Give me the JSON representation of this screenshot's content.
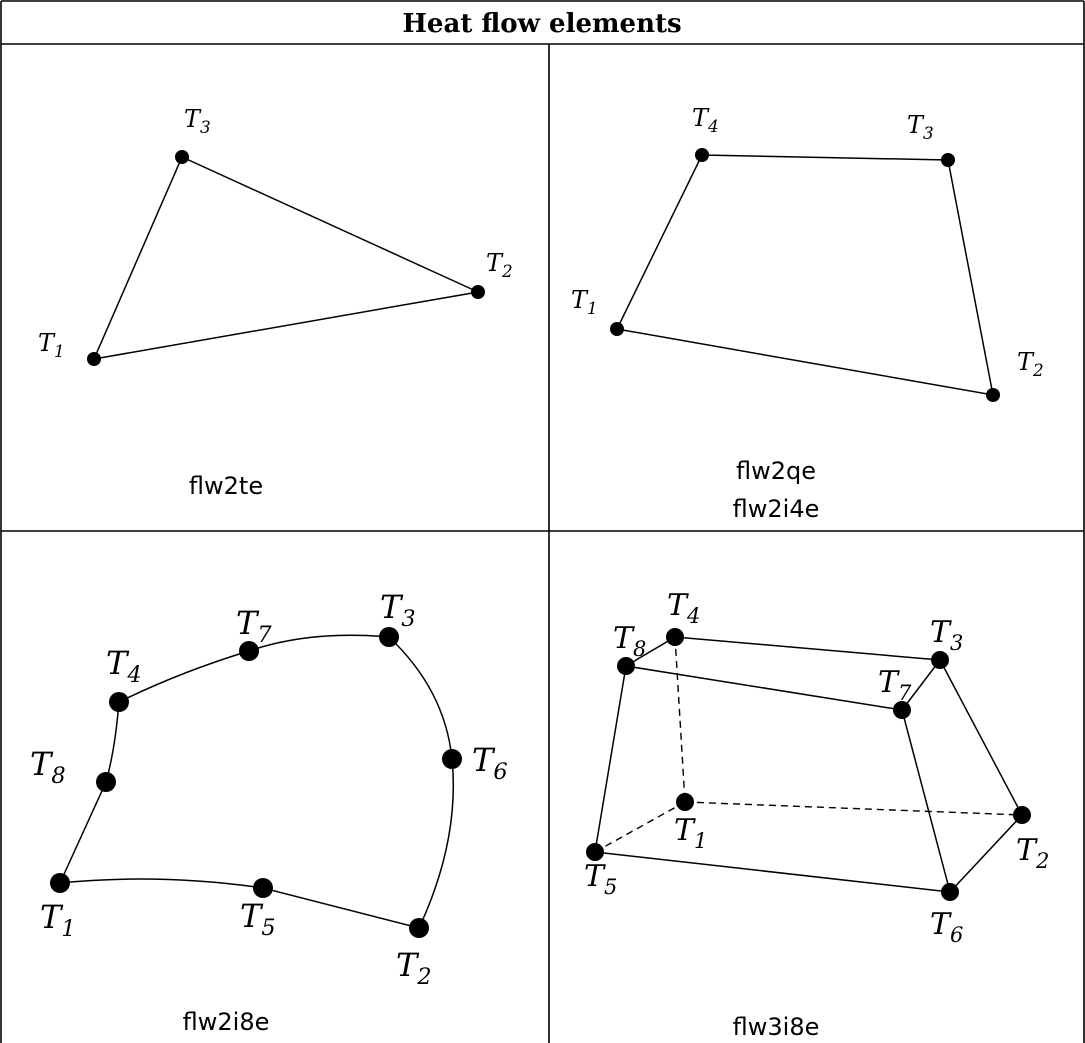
{
  "title": "Heat flow elements",
  "panels": [
    {
      "id": "flw2te",
      "caption_lines": [
        "flw2te"
      ],
      "nodes": [
        {
          "symbol": "T",
          "index": "1"
        },
        {
          "symbol": "T",
          "index": "2"
        },
        {
          "symbol": "T",
          "index": "3"
        }
      ]
    },
    {
      "id": "flw2qe",
      "caption_lines": [
        "flw2qe",
        "flw2i4e"
      ],
      "nodes": [
        {
          "symbol": "T",
          "index": "1"
        },
        {
          "symbol": "T",
          "index": "2"
        },
        {
          "symbol": "T",
          "index": "3"
        },
        {
          "symbol": "T",
          "index": "4"
        }
      ]
    },
    {
      "id": "flw2i8e",
      "caption_lines": [
        "flw2i8e"
      ],
      "nodes": [
        {
          "symbol": "T",
          "index": "1"
        },
        {
          "symbol": "T",
          "index": "2"
        },
        {
          "symbol": "T",
          "index": "3"
        },
        {
          "symbol": "T",
          "index": "4"
        },
        {
          "symbol": "T",
          "index": "5"
        },
        {
          "symbol": "T",
          "index": "6"
        },
        {
          "symbol": "T",
          "index": "7"
        },
        {
          "symbol": "T",
          "index": "8"
        }
      ]
    },
    {
      "id": "flw3i8e",
      "caption_lines": [
        "flw3i8e"
      ],
      "nodes": [
        {
          "symbol": "T",
          "index": "1"
        },
        {
          "symbol": "T",
          "index": "2"
        },
        {
          "symbol": "T",
          "index": "3"
        },
        {
          "symbol": "T",
          "index": "4"
        },
        {
          "symbol": "T",
          "index": "5"
        },
        {
          "symbol": "T",
          "index": "6"
        },
        {
          "symbol": "T",
          "index": "7"
        },
        {
          "symbol": "T",
          "index": "8"
        }
      ]
    }
  ]
}
